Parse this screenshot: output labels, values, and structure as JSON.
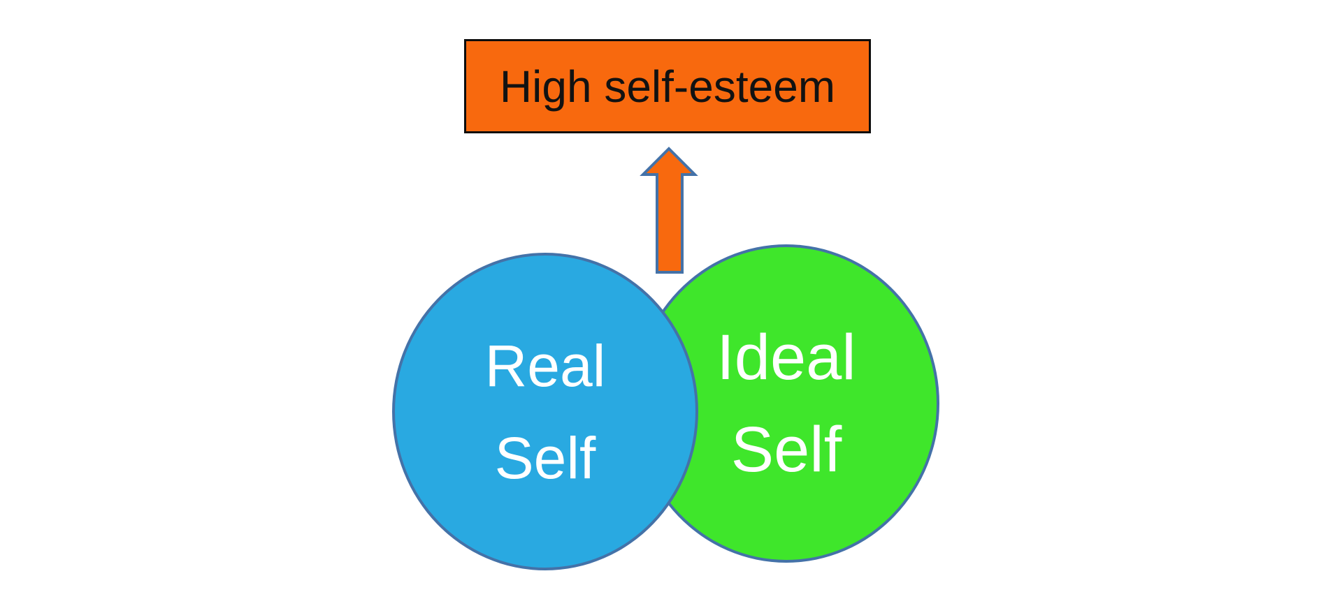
{
  "diagram": {
    "type": "venn-with-outcome",
    "background": "#FFFFFF",
    "box": {
      "label": "High self-esteem",
      "fill": "#F8690E",
      "border_color": "#0D0D0D",
      "text_color": "#121212"
    },
    "arrow": {
      "direction": "up",
      "fill": "#F8690E",
      "border_color": "#4472A8"
    },
    "circles": [
      {
        "id": "real-self",
        "lines": [
          "Real",
          "Self"
        ],
        "fill": "#29A9E1",
        "border_color": "#4472A8",
        "text_color": "#FFFFFF"
      },
      {
        "id": "ideal-self",
        "lines": [
          "Ideal",
          "Self"
        ],
        "fill": "#3FE62B",
        "border_color": "#4472A8",
        "text_color": "#FFFFFF"
      }
    ]
  }
}
